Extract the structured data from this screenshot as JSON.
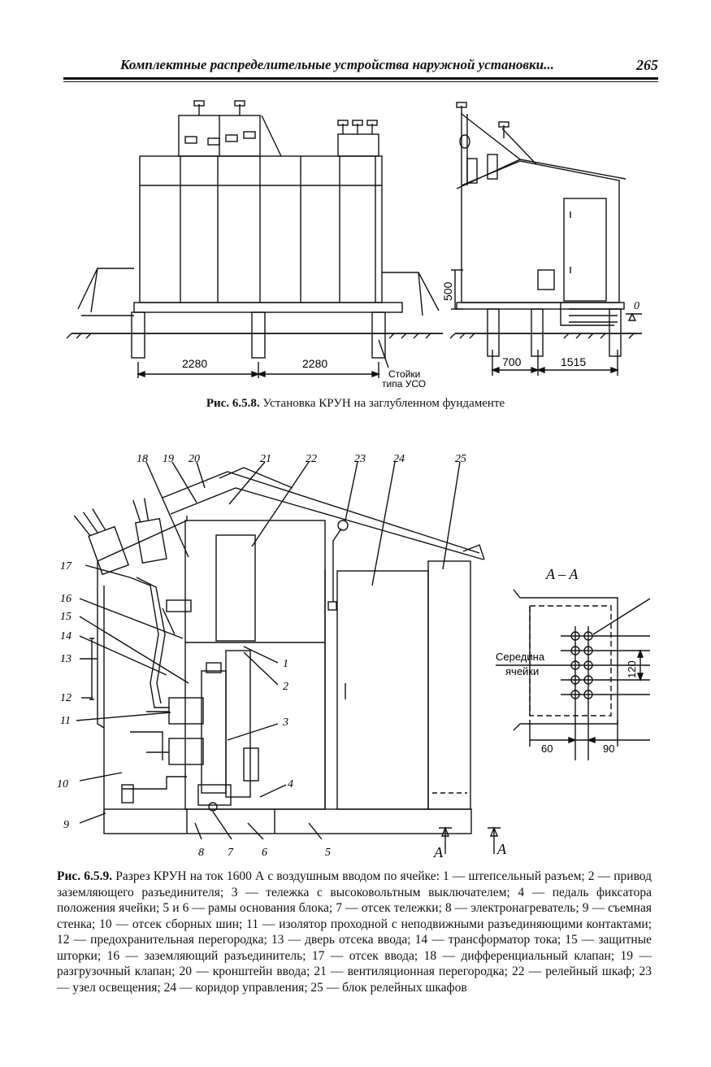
{
  "header": {
    "title": "Комплектные распределительные устройства наружной установки...",
    "page_number": "265"
  },
  "figure1": {
    "dims": {
      "d500": "500",
      "d2280_left": "2280",
      "d2280_right": "2280",
      "d700": "700",
      "d1515": "1515",
      "level_d": "0"
    },
    "note_line1": "Стойки",
    "note_line2": "типа УСО",
    "caption_num": "Рис. 6.5.8.",
    "caption_text": " Установка КРУН на заглубленном фундаменте"
  },
  "figure2": {
    "labels": {
      "n1": "1",
      "n2": "2",
      "n3": "3",
      "n4": "4",
      "n5": "5",
      "n6": "6",
      "n7": "7",
      "n8": "8",
      "n9": "9",
      "n10": "10",
      "n11": "11",
      "n12": "12",
      "n13": "13",
      "n14": "14",
      "n15": "15",
      "n16": "16",
      "n17": "17",
      "n18": "18",
      "n19": "19",
      "n20": "20",
      "n21": "21",
      "n22": "22",
      "n23": "23",
      "n24": "24",
      "n25": "25"
    },
    "section_title": "A – A",
    "section_mark_left": "A",
    "section_mark_right": "A",
    "middle_line1": "Середина",
    "middle_line2": "ячейки",
    "dim120": "120",
    "dim60": "60",
    "dim90": "90",
    "caption_num": "Рис. 6.5.9.",
    "caption_text": " Разрез КРУН на ток 1600 А с воздушным вводом по ячейке: 1 — штепсельный разъем; 2 — привод заземляющего разъединителя; 3 — тележка с высоковольтным выключателем; 4 — педаль фиксатора положения ячейки; 5 и 6 — рамы основания блока; 7 — отсек тележки; 8 — электронагреватель; 9 — съемная стенка; 10 — отсек сборных шин; 11 — изолятор проходной с неподвижными разъединяющими контактами; 12 — предохранительная перегородка; 13 — дверь отсека ввода; 14 — трансформатор тока; 15 — защитные шторки; 16 — заземляющий разъединитель; 17 — отсек ввода; 18 — дифференциальный клапан; 19 — разгрузочный клапан; 20 — кронштейн ввода; 21 — вентиляционная перегородка; 22 — релейный шкаф; 23 — узел освещения; 24 — коридор управления; 25 — блок релейных шкафов"
  }
}
